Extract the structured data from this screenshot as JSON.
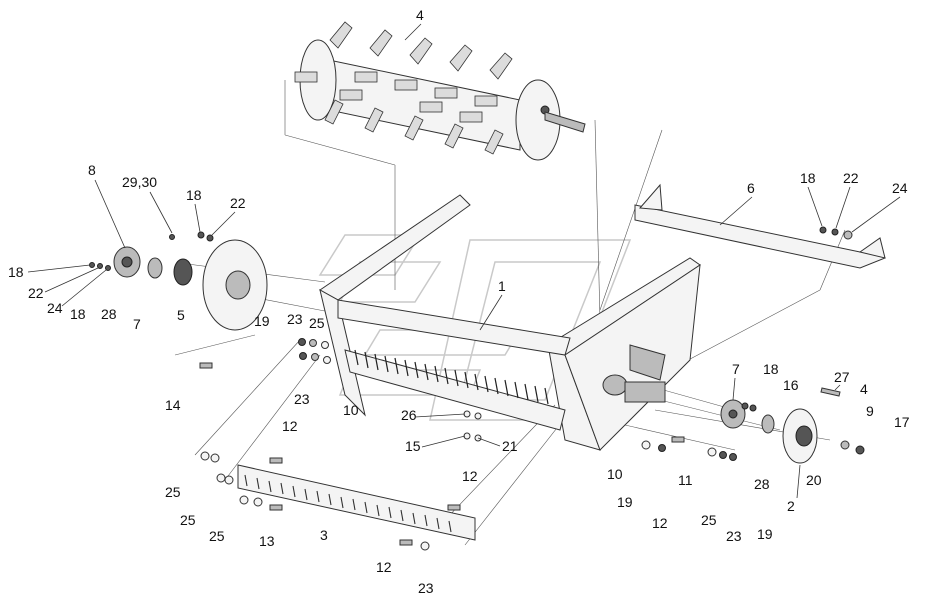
{
  "callouts": [
    {
      "id": "c4-top",
      "text": "4"
    },
    {
      "id": "c8",
      "text": "8"
    },
    {
      "id": "c2930",
      "text": "29,30"
    },
    {
      "id": "c18-a",
      "text": "18"
    },
    {
      "id": "c22-a",
      "text": "22"
    },
    {
      "id": "c6",
      "text": "6"
    },
    {
      "id": "c18-b",
      "text": "18"
    },
    {
      "id": "c22-b",
      "text": "22"
    },
    {
      "id": "c24-b",
      "text": "24"
    },
    {
      "id": "c18-c",
      "text": "18"
    },
    {
      "id": "c22-c",
      "text": "22"
    },
    {
      "id": "c24-c",
      "text": "24"
    },
    {
      "id": "c18-d",
      "text": "18"
    },
    {
      "id": "c28-a",
      "text": "28"
    },
    {
      "id": "c7-a",
      "text": "7"
    },
    {
      "id": "c5",
      "text": "5"
    },
    {
      "id": "c19-a",
      "text": "19"
    },
    {
      "id": "c23-a",
      "text": "23"
    },
    {
      "id": "c25-a",
      "text": "25"
    },
    {
      "id": "c1",
      "text": "1"
    },
    {
      "id": "c14",
      "text": "14"
    },
    {
      "id": "c23-b",
      "text": "23"
    },
    {
      "id": "c10-a",
      "text": "10"
    },
    {
      "id": "c26",
      "text": "26"
    },
    {
      "id": "c15",
      "text": "15"
    },
    {
      "id": "c21",
      "text": "21"
    },
    {
      "id": "c12-a",
      "text": "12"
    },
    {
      "id": "c25-b",
      "text": "25"
    },
    {
      "id": "c25-c",
      "text": "25"
    },
    {
      "id": "c25-d",
      "text": "25"
    },
    {
      "id": "c13",
      "text": "13"
    },
    {
      "id": "c3",
      "text": "3"
    },
    {
      "id": "c12-b",
      "text": "12"
    },
    {
      "id": "c12-c",
      "text": "12"
    },
    {
      "id": "c23-c",
      "text": "23"
    },
    {
      "id": "c7-b",
      "text": "7"
    },
    {
      "id": "c18-e",
      "text": "18"
    },
    {
      "id": "c16",
      "text": "16"
    },
    {
      "id": "c27",
      "text": "27"
    },
    {
      "id": "c4-b",
      "text": "4"
    },
    {
      "id": "c9",
      "text": "9"
    },
    {
      "id": "c17",
      "text": "17"
    },
    {
      "id": "c10-b",
      "text": "10"
    },
    {
      "id": "c19-b",
      "text": "19"
    },
    {
      "id": "c12-d",
      "text": "12"
    },
    {
      "id": "c11",
      "text": "11"
    },
    {
      "id": "c28-b",
      "text": "28"
    },
    {
      "id": "c20",
      "text": "20"
    },
    {
      "id": "c2",
      "text": "2"
    },
    {
      "id": "c25-e",
      "text": "25"
    },
    {
      "id": "c23-d",
      "text": "23"
    },
    {
      "id": "c19-c",
      "text": "19"
    }
  ]
}
